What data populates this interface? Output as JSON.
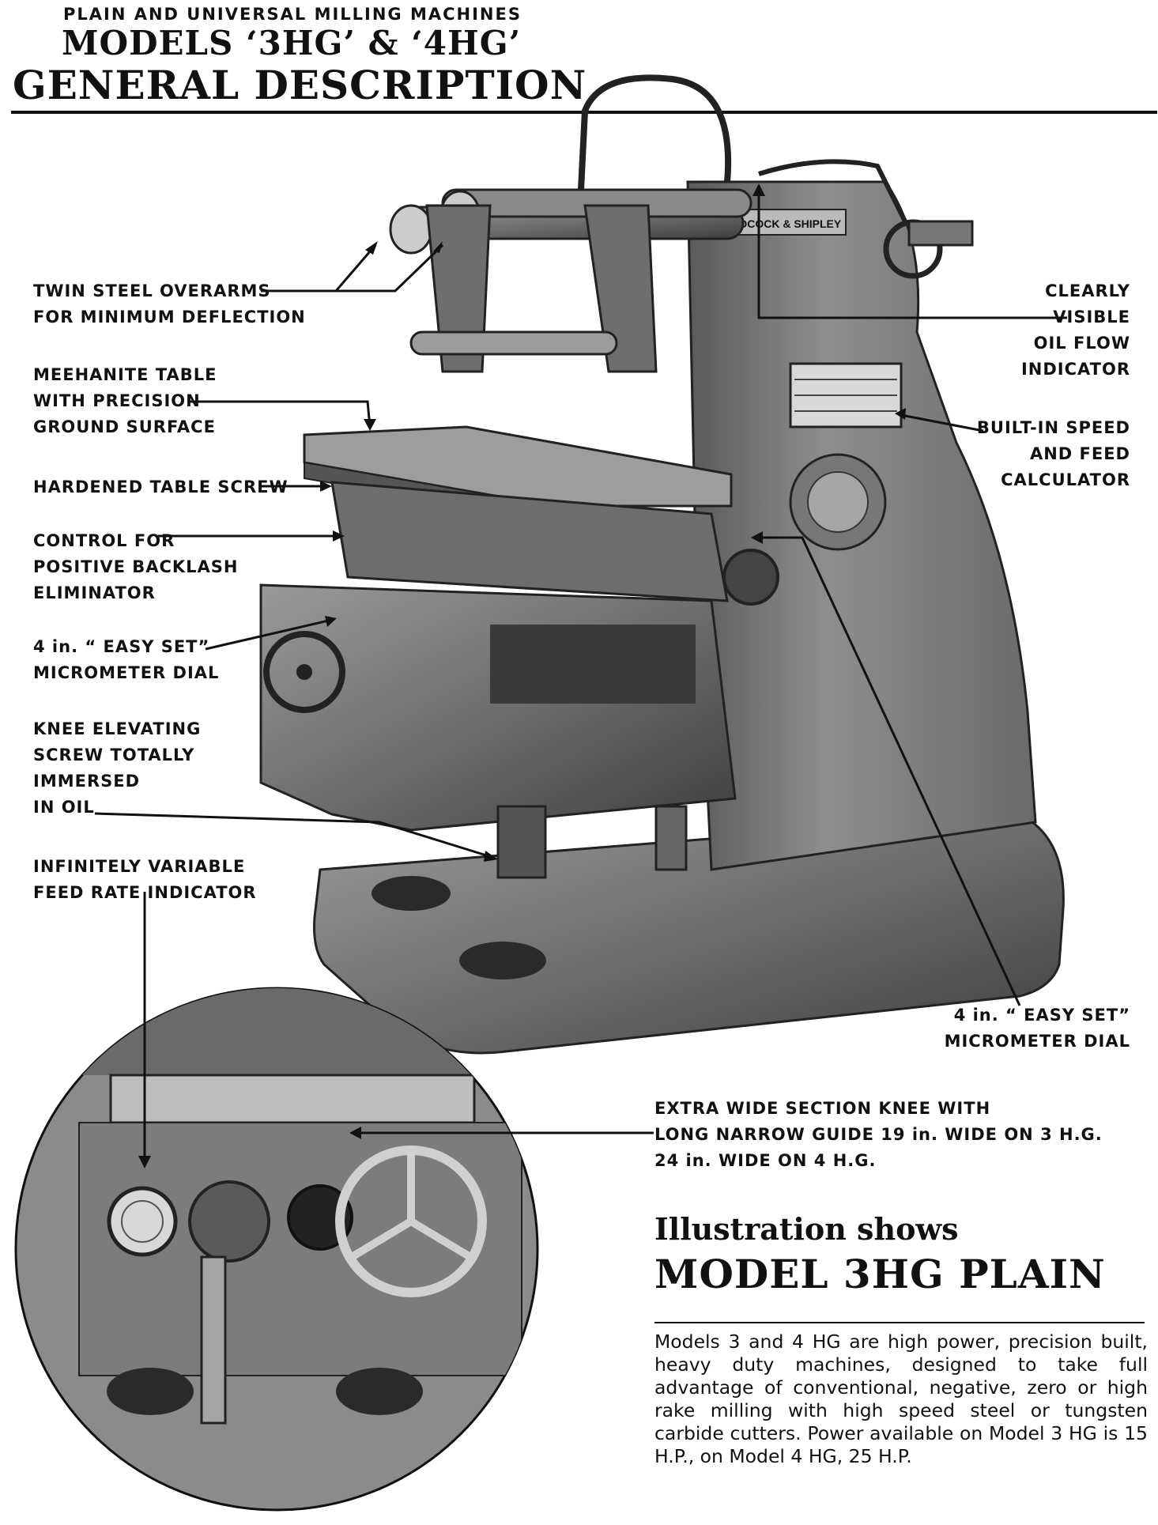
{
  "header": {
    "subtitle": "PLAIN AND UNIVERSAL MILLING MACHINES",
    "models": "MODELS ‘3HG’ & ‘4HG’",
    "title": "GENERAL  DESCRIPTION"
  },
  "machine": {
    "nameplate": "ADCOCK & SHIPLEY"
  },
  "callouts": {
    "twin_overarms": "TWIN STEEL OVERARMS\nFOR MINIMUM DEFLECTION",
    "meehanite_table": "MEEHANITE TABLE\nWITH PRECISION\nGROUND SURFACE",
    "table_screw": "HARDENED TABLE SCREW",
    "backlash": "CONTROL FOR\nPOSITIVE BACKLASH\nELIMINATOR",
    "micrometer_left": "4 in. “ EASY SET”\nMICROMETER DIAL",
    "knee_screw": "KNEE ELEVATING\nSCREW TOTALLY\nIMMERSED\nIN OIL",
    "feed_rate": "INFINITELY VARIABLE\nFEED RATE INDICATOR",
    "oil_flow": "CLEARLY\nVISIBLE\nOIL FLOW\nINDICATOR",
    "speed_calc": "BUILT-IN SPEED\nAND FEED\nCALCULATOR",
    "micrometer_right": "4 in. “ EASY SET”\nMICROMETER DIAL",
    "knee_section": "EXTRA WIDE SECTION KNEE WITH\nLONG NARROW GUIDE 19 in. WIDE ON 3 H.G.\n24 in. WIDE ON 4 H.G."
  },
  "illustration": {
    "shows": "Illustration shows",
    "model": "MODEL  3HG  PLAIN"
  },
  "description": "Models 3 and 4 HG are high power, precision built, heavy duty machines, designed to take full advantage of conventional, negative, zero or high rake milling with high speed steel or tungsten carbide cutters.  Power available on Model 3 HG is 15 H.P., on Model 4 HG, 25 H.P."
}
